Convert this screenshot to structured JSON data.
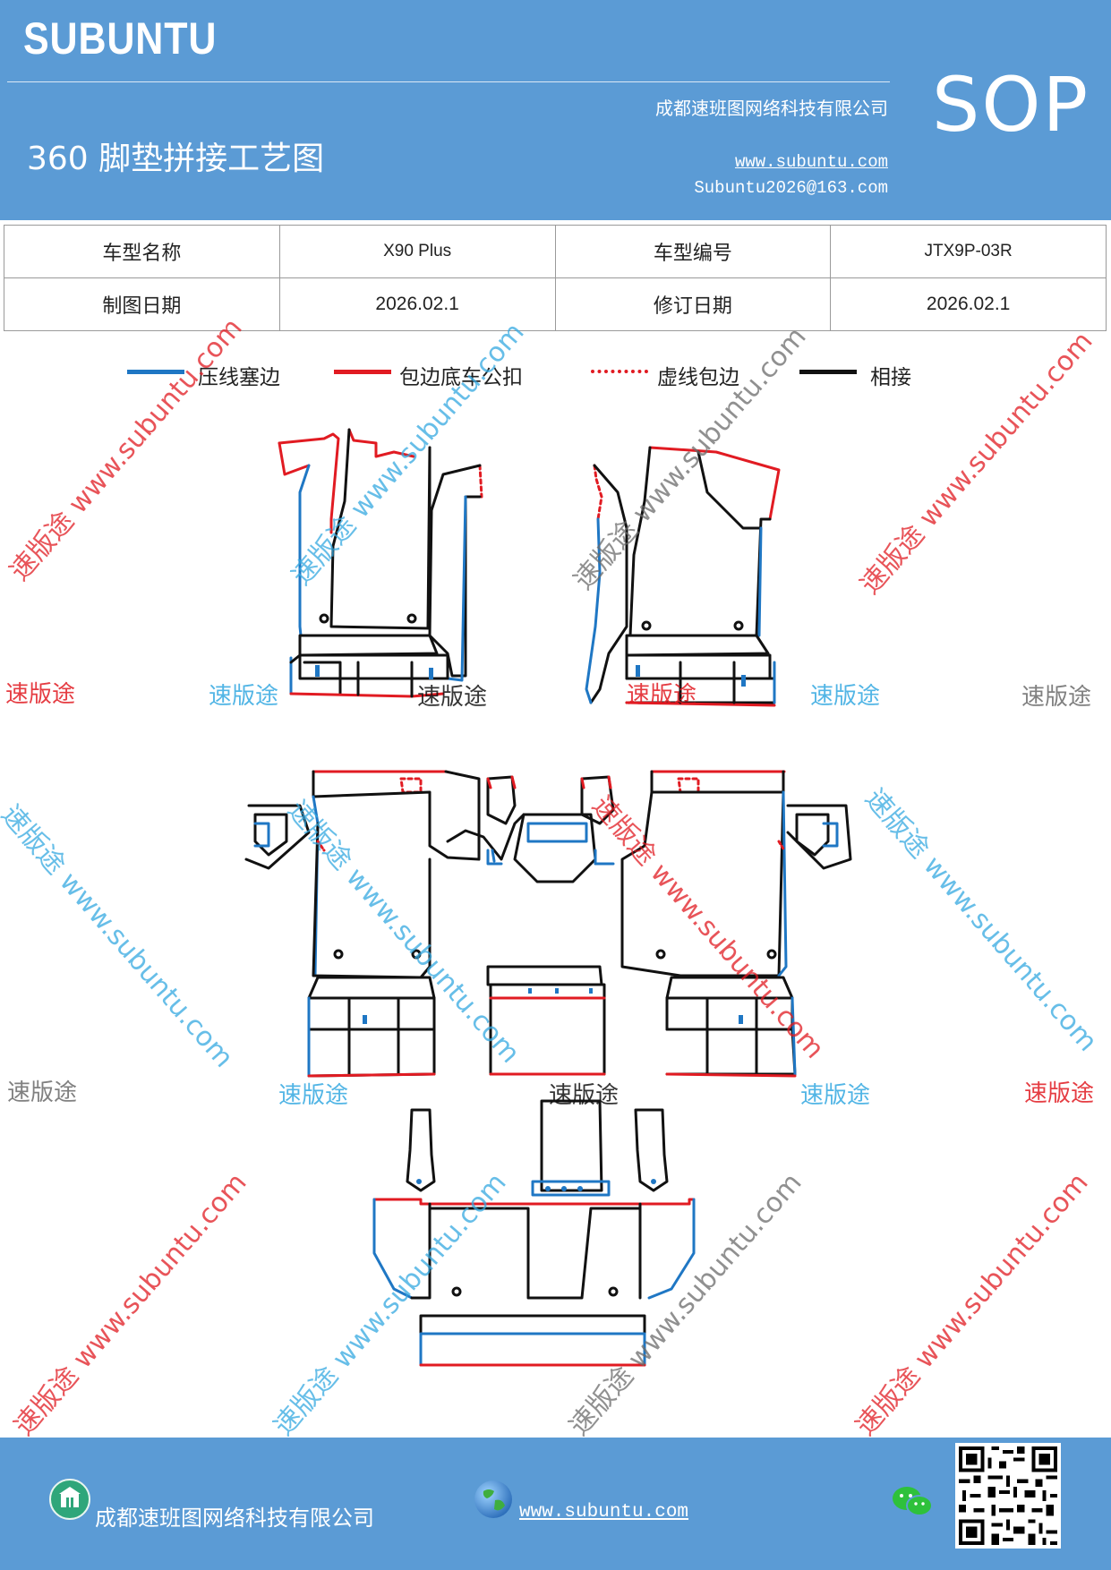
{
  "header": {
    "brand": "SUBUNTU",
    "doc_title": "360 脚垫拼接工艺图",
    "company": "成都速班图网络科技有限公司",
    "website": "www.subuntu.com",
    "email": "Subuntu2026@163.com",
    "sop_label": "SOP",
    "background_color": "#5b9bd5"
  },
  "info_table": {
    "rows": [
      [
        "车型名称",
        "X90 Plus",
        "车型编号",
        "JTX9P-03R"
      ],
      [
        "制图日期",
        "2026.02.1",
        "修订日期",
        "2026.02.1"
      ]
    ]
  },
  "legend": [
    {
      "label": "压线塞边",
      "color": "#1f77c4",
      "style": "solid"
    },
    {
      "label": "包边底车公扣",
      "color": "#e11b22",
      "style": "solid"
    },
    {
      "label": "虚线包边",
      "color": "#e11b22",
      "style": "dotted"
    },
    {
      "label": "相接",
      "color": "#111111",
      "style": "solid"
    }
  ],
  "watermark": {
    "brand_cn": "速版途",
    "diagonal_text": "速版途 www.subuntu.com",
    "colors": {
      "red": "#e11b22",
      "blue": "#35a9e1",
      "gray": "#6b6b6b"
    }
  },
  "footer": {
    "company": "成都速班图网络科技有限公司",
    "website": "www.subuntu.com",
    "icons": [
      "building-icon",
      "globe-icon",
      "wechat-icon",
      "qr-code"
    ]
  }
}
